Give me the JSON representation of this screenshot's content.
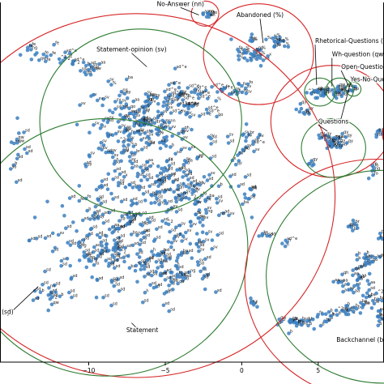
{
  "chart_data": {
    "type": "scatter",
    "title": "",
    "xlabel": "",
    "ylabel": "",
    "x_ticks": [
      -10,
      -5,
      0,
      5
    ],
    "xlim": [
      -15.8,
      9.3
    ],
    "ylim": [
      -4.2,
      21.5
    ],
    "grid": false,
    "point_color": "#3b7fc0",
    "point_label_color": "#111111",
    "red_circle_color": "#d62728",
    "green_circle_color": "#2e7d32",
    "point_tags": [
      "sd",
      "sv",
      "b",
      "qy",
      "aa",
      "sd^e",
      "fe",
      "%",
      "nn",
      "qw",
      "qh",
      "qo",
      "^2",
      "h",
      "ba",
      "x",
      "fo",
      "ng",
      "br",
      "ad"
    ],
    "regions": [
      {
        "label": "No-Answer (nn)",
        "ring": "red",
        "cx": -2.4,
        "cy": 20.7,
        "r": 0.9
      },
      {
        "label": "Abandoned (%)",
        "ring": "red",
        "cx": 1.1,
        "cy": 17.8,
        "r": 3.6
      },
      {
        "label": "Statement-opinion (sv)",
        "ring": "green",
        "cx": -6.6,
        "cy": 13.0,
        "r": 6.6
      },
      {
        "label": "Statement",
        "ring": "red",
        "cx": -6.9,
        "cy": 7.7,
        "r": 13.0
      },
      {
        "label": "(sd)",
        "ring": "green",
        "cx": -8.8,
        "cy": 4.0,
        "r": 9.2
      },
      {
        "label": "Questions",
        "ring": "red",
        "cx": 5.9,
        "cy": 13.0,
        "r": 4.0
      },
      {
        "label": "Rhetorical-Questions (qh)",
        "ring": "green",
        "cx": 5.1,
        "cy": 15.1,
        "r": 1.0
      },
      {
        "label": "Wh-question (qw)",
        "ring": "green",
        "cx": 6.4,
        "cy": 15.2,
        "r": 0.9
      },
      {
        "label": "Open-Question (qo)",
        "ring": "green",
        "cx": 7.3,
        "cy": 15.3,
        "r": 0.5
      },
      {
        "label": "Yes-No-Question",
        "ring": "green",
        "cx": 6.0,
        "cy": 11.1,
        "r": 2.1
      },
      {
        "label": "Backchannel (b)",
        "ring": "red",
        "cx": 8.8,
        "cy": 1.7,
        "r": 8.6
      },
      {
        "label": "",
        "ring": "green",
        "cx": 9.2,
        "cy": 1.9,
        "r": 7.6
      },
      {
        "label": "",
        "ring": "red",
        "cx": 10.6,
        "cy": 12.1,
        "r": 1.4
      }
    ],
    "annotations": [
      {
        "text": "No-Answer (nn)",
        "x": -4.0,
        "y": 21.25,
        "ax": -2.8,
        "ay": 20.6,
        "anchor": "middle"
      },
      {
        "text": "Abandoned (%)",
        "x": 1.2,
        "y": 20.45,
        "ax": 1.4,
        "ay": 18.6,
        "anchor": "middle"
      },
      {
        "text": "Statement-opinion (sv)",
        "x": -7.2,
        "y": 18.0,
        "ax": -6.2,
        "ay": 16.9,
        "anchor": "middle"
      },
      {
        "text": "Rhetorical-Questions (qh)",
        "x": 4.8,
        "y": 18.6,
        "ax": 4.9,
        "ay": 15.6,
        "anchor": "start"
      },
      {
        "text": "Wh-question (qw)",
        "x": 5.9,
        "y": 17.65,
        "ax": 5.9,
        "ay": 15.5,
        "anchor": "start"
      },
      {
        "text": "Open-Question (qo)",
        "x": 6.5,
        "y": 16.75,
        "ax": 7.0,
        "ay": 15.5,
        "anchor": "start"
      },
      {
        "text": "Yes-No-Question",
        "x": 7.1,
        "y": 15.85,
        "ax": 6.4,
        "ay": 12.8,
        "anchor": "start"
      },
      {
        "text": "Questions",
        "x": 5.0,
        "y": 12.85,
        "ax": 5.6,
        "ay": 12.3,
        "anchor": "start"
      },
      {
        "text": "Statement",
        "x": -6.5,
        "y": -2.05,
        "ax": -7.2,
        "ay": -1.4,
        "anchor": "middle"
      },
      {
        "text": "(sd)",
        "x": -15.3,
        "y": -0.75,
        "ax": -13.3,
        "ay": 1.2,
        "anchor": "middle"
      },
      {
        "text": "Backchannel (b)",
        "x": 7.8,
        "y": -2.75,
        "ax": 7.8,
        "ay": -2.75,
        "anchor": "middle"
      }
    ],
    "clusters": [
      {
        "cx": -6.8,
        "cy": 12.8,
        "sx": 3.2,
        "sy": 2.6,
        "n": 170,
        "tag": "sv"
      },
      {
        "cx": -8.8,
        "cy": 4.4,
        "sx": 3.6,
        "sy": 3.4,
        "n": 170,
        "tag": "sd"
      },
      {
        "cx": -5.6,
        "cy": 8.8,
        "sx": 4.3,
        "sy": 2.4,
        "n": 130,
        "tag": "sd"
      },
      {
        "cx": -4.6,
        "cy": 2.4,
        "sx": 2.2,
        "sy": 2.2,
        "n": 80,
        "tag": "sd"
      },
      {
        "cx": -3.2,
        "cy": 6.6,
        "sx": 2.0,
        "sy": 2.6,
        "n": 60,
        "tag": "sv"
      },
      {
        "cx": -3.3,
        "cy": 14.6,
        "sx": 1.7,
        "sy": 1.4,
        "n": 40,
        "tag": "sd^e"
      },
      {
        "cx": 0.8,
        "cy": 18.0,
        "sx": 1.3,
        "sy": 1.0,
        "n": 35,
        "tag": "%"
      },
      {
        "cx": 2.2,
        "cy": 18.6,
        "sx": 0.7,
        "sy": 0.5,
        "n": 14,
        "tag": "%"
      },
      {
        "cx": -0.6,
        "cy": 15.2,
        "sx": 1.2,
        "sy": 0.6,
        "n": 18,
        "tag": "sv"
      },
      {
        "cx": 0.4,
        "cy": 11.5,
        "sx": 0.9,
        "sy": 0.9,
        "n": 16,
        "tag": "sv"
      },
      {
        "cx": -2.3,
        "cy": 20.6,
        "sx": 0.3,
        "sy": 0.3,
        "n": 8,
        "tag": "nn"
      },
      {
        "cx": -13.5,
        "cy": 17.9,
        "sx": 1.2,
        "sy": 0.5,
        "n": 14,
        "tag": "fe"
      },
      {
        "cx": -11.4,
        "cy": 17.5,
        "sx": 0.6,
        "sy": 0.5,
        "n": 10,
        "tag": "^2"
      },
      {
        "cx": -9.8,
        "cy": 16.7,
        "sx": 0.9,
        "sy": 0.5,
        "n": 12,
        "tag": "sd"
      },
      {
        "cx": 5.2,
        "cy": 15.0,
        "sx": 0.7,
        "sy": 0.3,
        "n": 22,
        "tag": "qh"
      },
      {
        "cx": 6.4,
        "cy": 15.1,
        "sx": 0.5,
        "sy": 0.3,
        "n": 14,
        "tag": "qw"
      },
      {
        "cx": 7.3,
        "cy": 15.3,
        "sx": 0.25,
        "sy": 0.2,
        "n": 5,
        "tag": "qo"
      },
      {
        "cx": 5.9,
        "cy": 11.4,
        "sx": 0.9,
        "sy": 0.7,
        "n": 28,
        "tag": "qy"
      },
      {
        "cx": 4.0,
        "cy": 13.7,
        "sx": 0.4,
        "sy": 0.4,
        "n": 8,
        "tag": "qy"
      },
      {
        "cx": 4.6,
        "cy": 10.0,
        "sx": 0.3,
        "sy": 0.3,
        "n": 5,
        "tag": "qy"
      },
      {
        "cx": 8.6,
        "cy": 9.4,
        "sx": 0.3,
        "sy": 0.5,
        "n": 6,
        "tag": "fo"
      },
      {
        "cx": 8.3,
        "cy": 3.2,
        "sx": 0.8,
        "sy": 0.7,
        "n": 20,
        "tag": "b"
      },
      {
        "cx": 7.2,
        "cy": 1.6,
        "sx": 1.2,
        "sy": 0.7,
        "n": 24,
        "tag": "aa"
      },
      {
        "cx": 6.3,
        "cy": -0.6,
        "sx": 1.3,
        "sy": 0.5,
        "n": 22,
        "tag": "b"
      },
      {
        "cx": 4.0,
        "cy": -1.4,
        "sx": 1.5,
        "sy": 0.4,
        "n": 28,
        "tag": "b"
      },
      {
        "cx": 8.2,
        "cy": 0.3,
        "sx": 0.9,
        "sy": 0.7,
        "n": 16,
        "tag": "ba"
      },
      {
        "cx": 9.0,
        "cy": -0.9,
        "sx": 0.3,
        "sy": 0.6,
        "n": 8,
        "tag": "b"
      },
      {
        "cx": 7.2,
        "cy": 5.4,
        "sx": 0.5,
        "sy": 0.4,
        "n": 8,
        "tag": "br"
      },
      {
        "cx": 9.0,
        "cy": 4.8,
        "sx": 0.2,
        "sy": 0.5,
        "n": 6,
        "tag": "b"
      },
      {
        "cx": 0.8,
        "cy": 0.0,
        "sx": 0.3,
        "sy": 0.3,
        "n": 6,
        "tag": "x"
      },
      {
        "cx": 1.3,
        "cy": 4.9,
        "sx": 0.3,
        "sy": 0.3,
        "n": 5,
        "tag": "sd"
      },
      {
        "cx": 2.9,
        "cy": 4.3,
        "sx": 0.3,
        "sy": 0.3,
        "n": 4,
        "tag": "h"
      },
      {
        "cx": -14.6,
        "cy": 10.6,
        "sx": 0.6,
        "sy": 2.2,
        "n": 14,
        "tag": "sd"
      },
      {
        "cx": -12.6,
        "cy": 0.6,
        "sx": 1.2,
        "sy": 1.0,
        "n": 18,
        "tag": "sd"
      },
      {
        "cx": 0.3,
        "cy": 8.1,
        "sx": 0.6,
        "sy": 1.6,
        "n": 14,
        "tag": "sd"
      },
      {
        "cx": 9.0,
        "cy": 12.3,
        "sx": 0.3,
        "sy": 0.7,
        "n": 6,
        "tag": "ad"
      }
    ]
  }
}
